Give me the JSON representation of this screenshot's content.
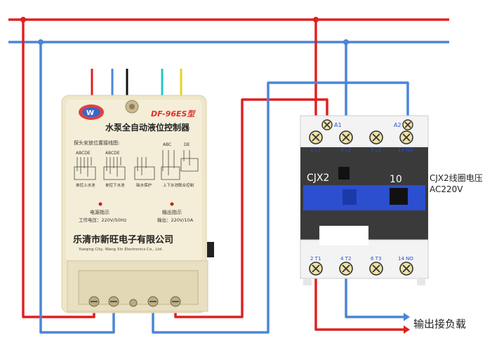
{
  "controller": {
    "model": "DF-96ES型",
    "name": "水泵全自动液位控制器",
    "probe_title": "探头安放位置接线图:",
    "letters_group1": "ABCDE",
    "letters_group2": "ABCDE",
    "letters_group3": "ABC",
    "letters_group4": "DE",
    "mode1": "单控上水池",
    "mode2": "单控下水池",
    "mode3": "缺水保护",
    "mode4": "上下水池联合控制",
    "power_indicator": "电源指示",
    "working_voltage": "工作电压：220V/50Hz",
    "output_indicator": "输出指示",
    "output_rating": "输出：220V/10A",
    "company_cn": "乐清市新旺电子有限公司",
    "company_en": "Yueqing City, Wang Xin Electronics Co., Ltd."
  },
  "contactor": {
    "model": "CJX2",
    "rating": "10",
    "a1": "A1",
    "a2": "A2",
    "top_terms": [
      "1 L1",
      "3 L2",
      "5 L3",
      "13 NO"
    ],
    "bottom_terms": [
      "2 T1",
      "4 T2",
      "6 T3",
      "14 NO"
    ]
  },
  "labels": {
    "coil_voltage_line1": "CJX2线圈电压",
    "coil_voltage_line2": "AC220V",
    "output_load": "输出接负载"
  },
  "colors": {
    "red_wire": "#e02020",
    "blue_wire": "#4a86d8",
    "controller_body": "#efe6c8",
    "contactor_body": "#3a3a3a",
    "contactor_window": "#2b4fcf"
  }
}
